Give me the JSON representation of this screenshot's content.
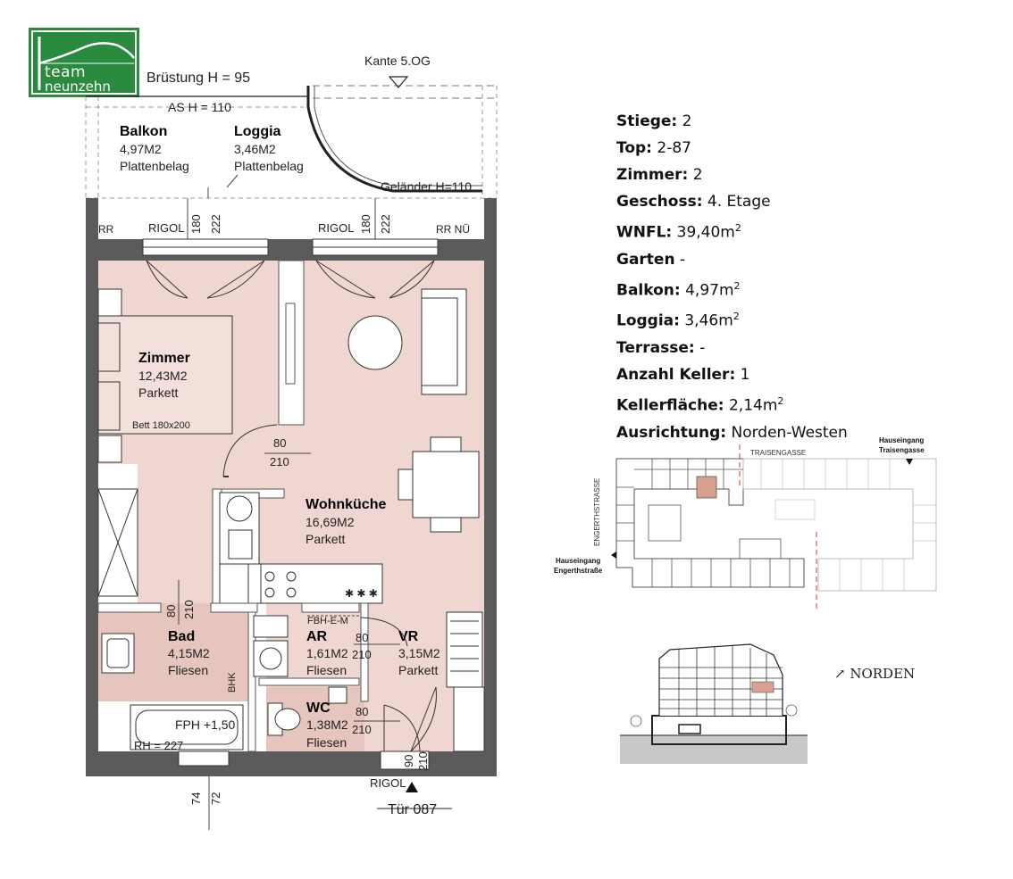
{
  "logo": {
    "line1": "team",
    "line2": "neunzehn"
  },
  "plan": {
    "bruestung": "Brüstung H = 95",
    "kante": "Kante 5.OG",
    "as_h": "AS H = 110",
    "gelaender": "Geländer H=110",
    "rr": "RR",
    "rr_nue": "RR NÜ",
    "rigol": "RIGOL",
    "dim_180": "180",
    "dim_222": "222",
    "dim_80": "80",
    "dim_210": "210",
    "dim_90": "90",
    "dim_74": "74",
    "dim_72": "72",
    "bett": "Bett 180x200",
    "fbh_e_m": "FBH-E-M",
    "bhk": "BHK",
    "fph": "FPH +1,50",
    "rh": "RH = 227",
    "stove": "✱ ✱ ✱",
    "tuer": "Tür 087",
    "rooms": {
      "balkon": {
        "name": "Balkon",
        "area": "4,97M2",
        "finish": "Plattenbelag"
      },
      "loggia": {
        "name": "Loggia",
        "area": "3,46M2",
        "finish": "Plattenbelag"
      },
      "zimmer": {
        "name": "Zimmer",
        "area": "12,43M2",
        "finish": "Parkett"
      },
      "wohnkueche": {
        "name": "Wohnküche",
        "area": "16,69M2",
        "finish": "Parkett"
      },
      "bad": {
        "name": "Bad",
        "area": "4,15M2",
        "finish": "Fliesen"
      },
      "ar": {
        "name": "AR",
        "area": "1,61M2",
        "finish": "Fliesen"
      },
      "vr": {
        "name": "VR",
        "area": "3,15M2",
        "finish": "Parkett"
      },
      "wc": {
        "name": "WC",
        "area": "1,38M2",
        "finish": "Fliesen"
      }
    }
  },
  "info": [
    {
      "key": "Stiege:",
      "value": "2"
    },
    {
      "key": "Top:",
      "value": "2-87"
    },
    {
      "key": "Zimmer:",
      "value": "2"
    },
    {
      "key": "Geschoss:",
      "value": "4. Etage"
    },
    {
      "key": "WNFL:",
      "value": "39,40m",
      "sup": "2"
    },
    {
      "key": "Garten",
      "value": "-"
    },
    {
      "key": "Balkon:",
      "value": "4,97m",
      "sup": "2"
    },
    {
      "key": "Loggia:",
      "value": "3,46m",
      "sup": "2"
    },
    {
      "key": "Terrasse:",
      "value": "-"
    },
    {
      "key": "Anzahl Keller:",
      "value": "1"
    },
    {
      "key": "Kellerfläche:",
      "value": "2,14m",
      "sup": "2"
    },
    {
      "key": "Ausrichtung:",
      "value": "Norden-Westen"
    }
  ],
  "siteplan": {
    "traisengasse": "TRAISENGASSE",
    "engerthstrasse": "ENGERTHSTRASSE",
    "hauseingang_traisen_1": "Hauseingang",
    "hauseingang_traisen_2": "Traisengasse",
    "hauseingang_engerth_1": "Hauseingang",
    "hauseingang_engerth_2": "Engerthstraße"
  },
  "norden": "↗ NORDEN",
  "colors": {
    "brand_green": "#2a8a3e",
    "room_pink": "#f0d6d0",
    "wall": "#5b5b5b",
    "highlight": "#d9a090"
  }
}
